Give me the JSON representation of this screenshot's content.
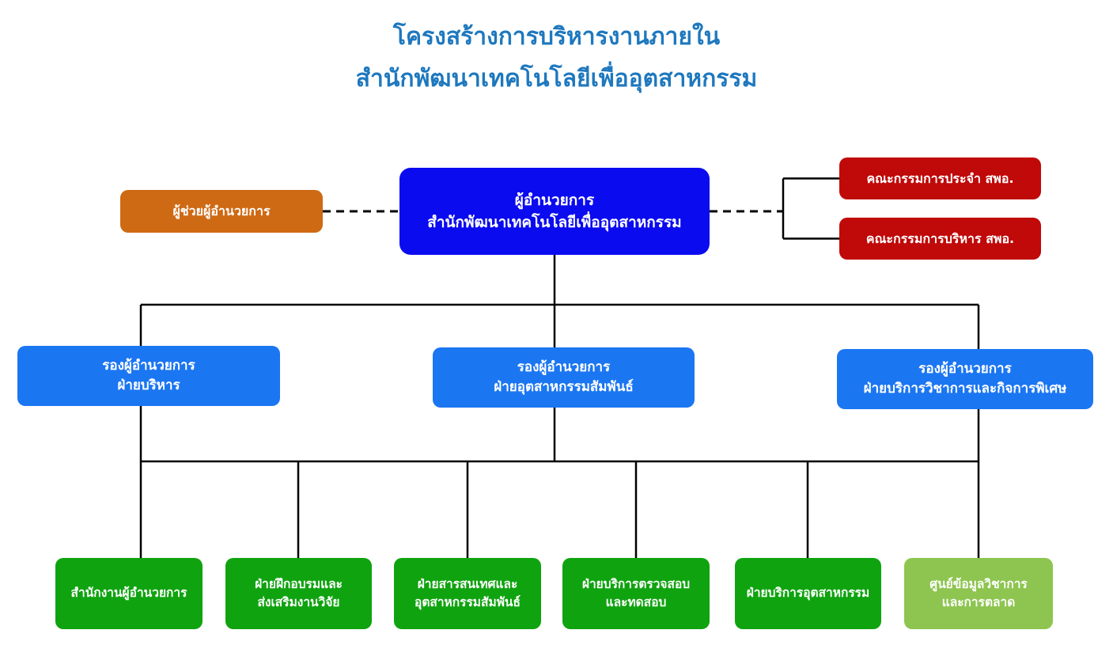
{
  "title": {
    "line1": "โครงสร้างการบริหารงานภายใน",
    "line2": "สำนักพัฒนาเทคโนโลยีเพื่ออุตสาหกรรม"
  },
  "colors": {
    "title_text": "#1E78BE",
    "director_bg": "#0B0BF0",
    "assistant_bg": "#CF6A14",
    "committee_bg": "#C00909",
    "deputy_bg": "#1B76F2",
    "department_bg": "#10A310",
    "department_alt_bg": "#8DC550",
    "box_text": "#FFFFFF",
    "line": "#000000"
  },
  "nodes": {
    "director": {
      "line1": "ผู้อำนวยการ",
      "line2": "สำนักพัฒนาเทคโนโลยีเพื่ออุตสาหกรรม"
    },
    "assistant_director": {
      "label": "ผู้ช่วยผู้อำนวยการ"
    },
    "standing_committee": {
      "label": "คณะกรรมการประจำ สพอ."
    },
    "executive_committee": {
      "label": "คณะกรรมการบริหาร สพอ."
    },
    "deputies": [
      {
        "line1": "รองผู้อำนวยการ",
        "line2": "ฝ่ายบริหาร"
      },
      {
        "line1": "รองผู้อำนวยการ",
        "line2": "ฝ่ายอุตสาหกรรมสัมพันธ์"
      },
      {
        "line1": "รองผู้อำนวยการ",
        "line2": "ฝ่ายบริการวิชาการและกิจการพิเศษ"
      }
    ],
    "departments": [
      {
        "line1": "สำนักงานผู้อำนวยการ",
        "line2": ""
      },
      {
        "line1": "ฝ่ายฝึกอบรมและ",
        "line2": "ส่งเสริมงานวิจัย"
      },
      {
        "line1": "ฝ่ายสารสนเทศและ",
        "line2": "อุตสาหกรรมสัมพันธ์"
      },
      {
        "line1": "ฝ่ายบริการตรวจสอบ",
        "line2": "และทดสอบ"
      },
      {
        "line1": "ฝ่ายบริการอุตสาหกรรม",
        "line2": ""
      },
      {
        "line1": "ศูนย์ข้อมูลวิชาการ",
        "line2": "และการตลาด"
      }
    ]
  }
}
